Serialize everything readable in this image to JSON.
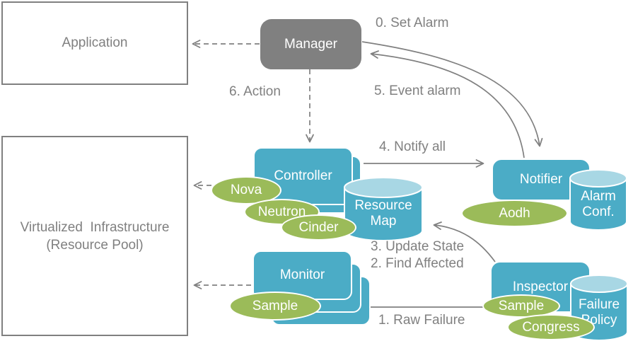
{
  "diagram_title": "Fault management architecture diagram",
  "colors": {
    "teal": "#4BACC6",
    "teal_light": "#A8D7E4",
    "green": "#9BBB59",
    "gray": "#808080",
    "white": "#ffffff"
  },
  "boxes": {
    "application": {
      "label": "Application"
    },
    "virtualized_infrastructure": {
      "line1": "Virtualized  Infrastructure",
      "line2": "(Resource Pool)"
    },
    "manager": {
      "label": "Manager"
    },
    "controller": {
      "label": "Controller"
    },
    "monitor": {
      "label": "Monitor"
    },
    "notifier": {
      "label": "Notifier"
    },
    "inspector": {
      "label": "Inspector"
    }
  },
  "cylinders": {
    "resource_map": {
      "line1": "Resource",
      "line2": "Map"
    },
    "alarm_conf": {
      "line1": "Alarm",
      "line2": "Conf."
    },
    "failure_policy": {
      "line1": "Failure",
      "line2": "Policy"
    }
  },
  "ellipses": {
    "nova": {
      "label": "Nova"
    },
    "neutron": {
      "label": "Neutron"
    },
    "cinder": {
      "label": "Cinder"
    },
    "aodh": {
      "label": "Aodh"
    },
    "monitor_sample": {
      "label": "Sample"
    },
    "inspector_sample": {
      "label": "Sample"
    },
    "congress": {
      "label": "Congress"
    }
  },
  "flow_labels": {
    "set_alarm": "0. Set Alarm",
    "raw_failure": "1. Raw Failure",
    "find_affected": "2. Find Affected",
    "update_state": "3. Update State",
    "notify_all": "4. Notify all",
    "event_alarm": "5. Event alarm",
    "action": "6. Action"
  }
}
